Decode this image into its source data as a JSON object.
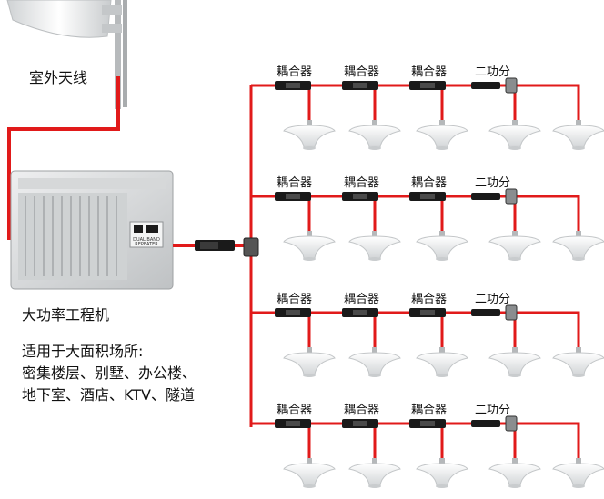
{
  "labels": {
    "antenna": "室外天线",
    "repeater": "大功率工程机",
    "coupler": "耦合器",
    "splitter": "二功分",
    "panel_brand": "DUAL BAND",
    "panel_model": "REPEATER"
  },
  "usage": {
    "title": "适用于大面积场所:",
    "line1": "密集楼层、别墅、办公楼、",
    "line2": "地下室、酒店、KTV、隧道"
  },
  "rows": [
    {
      "components": [
        "coupler",
        "coupler",
        "coupler",
        "splitter"
      ],
      "antennas": 5
    },
    {
      "components": [
        "coupler",
        "coupler",
        "coupler",
        "splitter"
      ],
      "antennas": 5
    },
    {
      "components": [
        "coupler",
        "coupler",
        "coupler",
        "splitter"
      ],
      "antennas": 5
    },
    {
      "components": [
        "coupler",
        "coupler",
        "coupler",
        "splitter"
      ],
      "antennas": 5
    }
  ],
  "colors": {
    "cable": "#e11a1a",
    "device": "#d9dadb",
    "antenna": "#eef0f1",
    "connector": "#1a1a1a"
  }
}
